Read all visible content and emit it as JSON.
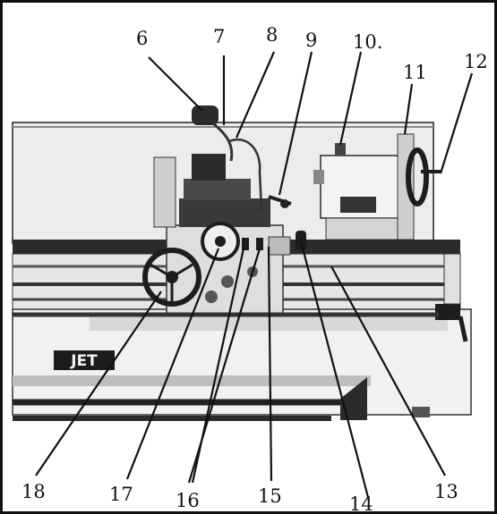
{
  "figure": {
    "brand_text": "JET",
    "callouts": [
      "6",
      "7",
      "8",
      "9",
      "10.",
      "11",
      "12",
      "13",
      "14",
      "15",
      "16",
      "17",
      "18"
    ]
  },
  "colors": {
    "line": "#111111",
    "machine_light": "#e9e9e9",
    "machine_mid": "#bdbdbd",
    "machine_dark": "#2b2b2b",
    "background": "#ffffff"
  }
}
